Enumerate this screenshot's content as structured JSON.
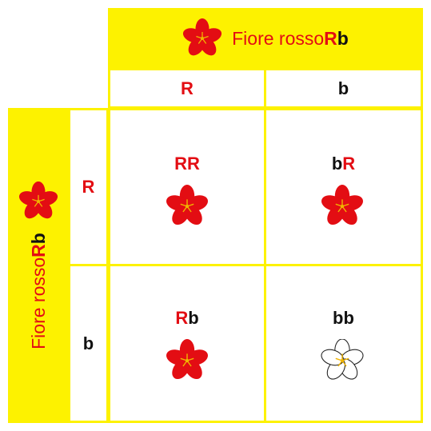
{
  "top_parent": {
    "label": "Fiore rosso ",
    "allele1": "R",
    "allele2": "b",
    "flower_icon": "red-flower-icon"
  },
  "left_parent": {
    "label": "Fiore rosso ",
    "allele1": "R",
    "allele2": "b",
    "flower_icon": "red-flower-icon"
  },
  "column_alleles": [
    "R",
    "b"
  ],
  "row_alleles": [
    "R",
    "b"
  ],
  "cells": [
    {
      "a1": "R",
      "a2": "R",
      "a1_color": "red",
      "a2_color": "red",
      "flower": "red"
    },
    {
      "a1": "b",
      "a2": "R",
      "a1_color": "black",
      "a2_color": "red",
      "flower": "red"
    },
    {
      "a1": "R",
      "a2": "b",
      "a1_color": "red",
      "a2_color": "black",
      "flower": "red"
    },
    {
      "a1": "b",
      "a2": "b",
      "a1_color": "black",
      "a2_color": "black",
      "flower": "white"
    }
  ],
  "colors": {
    "yellow": "#fdf200",
    "red": "#e30d13",
    "black": "#111111",
    "white_flower": "#ffffff",
    "stamen": "#f0b400"
  }
}
